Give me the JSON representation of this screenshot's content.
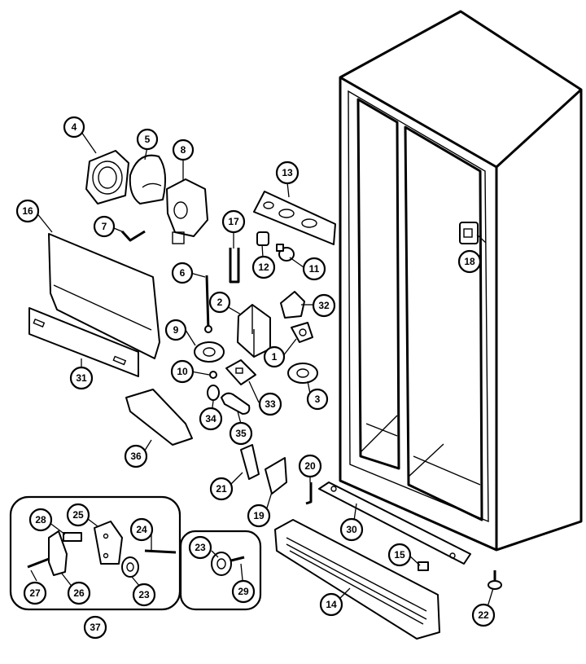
{
  "callouts": {
    "c1": "1",
    "c2": "2",
    "c3": "3",
    "c4": "4",
    "c5": "5",
    "c6": "6",
    "c7": "7",
    "c8": "8",
    "c9": "9",
    "c10": "10",
    "c11": "11",
    "c12": "12",
    "c13": "13",
    "c14": "14",
    "c15": "15",
    "c16": "16",
    "c17": "17",
    "c18": "18",
    "c19": "19",
    "c20": "20",
    "c21": "21",
    "c22": "22",
    "c23a": "23",
    "c23b": "23",
    "c24": "24",
    "c25": "25",
    "c26": "26",
    "c27": "27",
    "c28": "28",
    "c29": "29",
    "c30": "30",
    "c31": "31",
    "c32": "32",
    "c33": "33",
    "c34": "34",
    "c35": "35",
    "c36": "36",
    "c37": "37"
  }
}
